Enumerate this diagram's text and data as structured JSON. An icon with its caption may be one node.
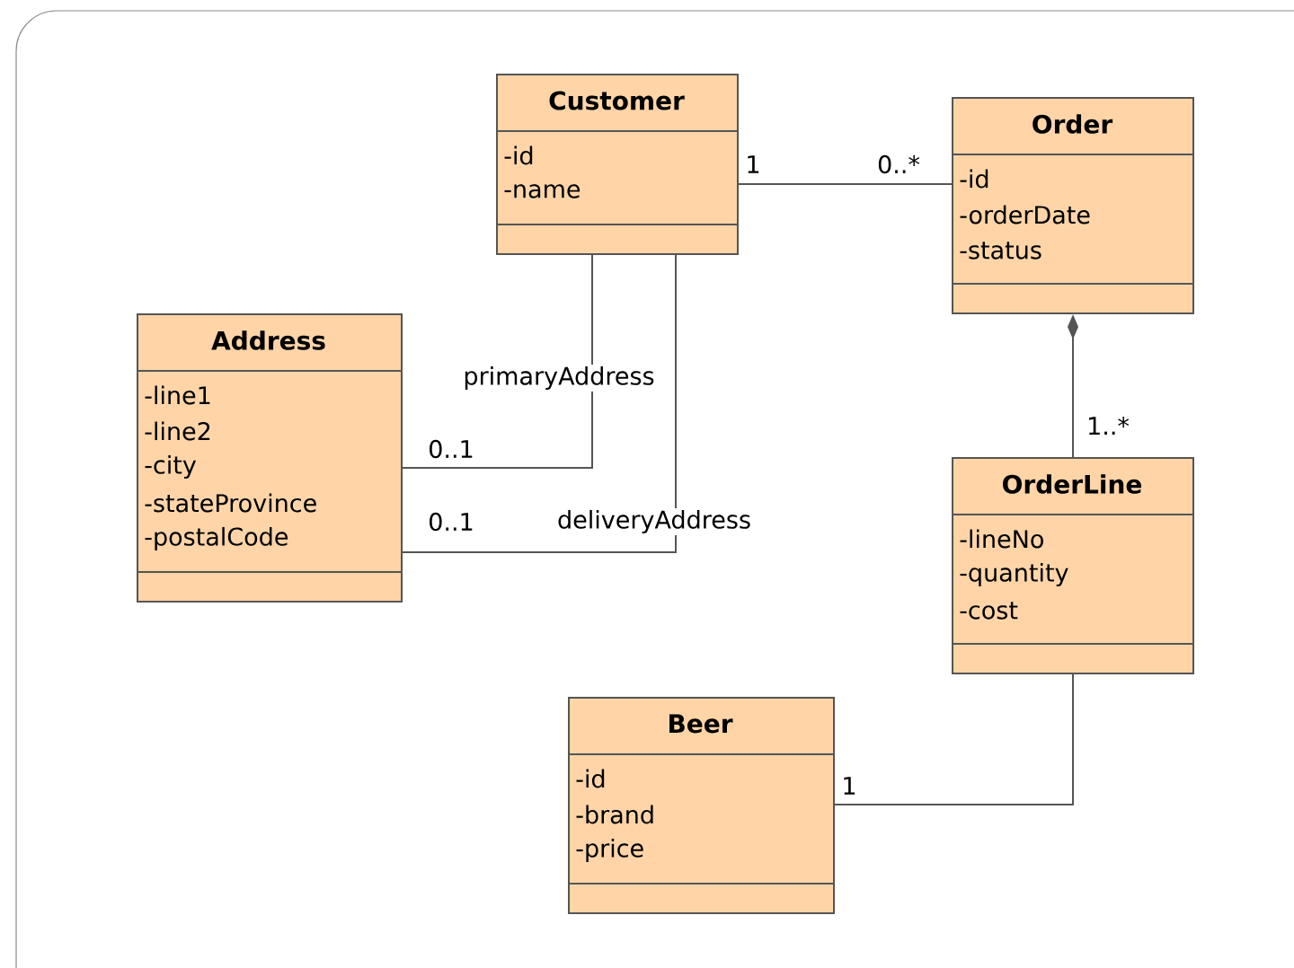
{
  "diagram": {
    "nodes": [
      {
        "text": [
          "Customer",
          "-id",
          "-name"
        ]
      },
      {
        "text": [
          "Order",
          "-id",
          "-orderDate",
          "-status"
        ]
      },
      {
        "text": [
          "Address",
          "-line1",
          "-line2",
          "-city",
          "-stateProvince",
          "-postalCode"
        ]
      },
      {
        "text": [
          "OrderLine",
          "-lineNo",
          "-quantity",
          "-cost"
        ]
      },
      {
        "text": [
          "Beer",
          "-id",
          "-brand",
          "-price"
        ]
      }
    ],
    "edges": [
      {
        "from": 0,
        "to": 1,
        "arrow": "none"
      },
      {
        "from": 0,
        "to": 2,
        "arrow": "none",
        "label": "primaryAddress"
      },
      {
        "from": 0,
        "to": 2,
        "arrow": "none",
        "label": "deliveryAddress"
      },
      {
        "from": 1,
        "to": 3,
        "arrow": "other"
      },
      {
        "from": 3,
        "to": 4,
        "arrow": "none"
      }
    ],
    "labels": [
      "1",
      "0..*",
      "1..*",
      "0..1",
      "0..1",
      "1"
    ]
  }
}
